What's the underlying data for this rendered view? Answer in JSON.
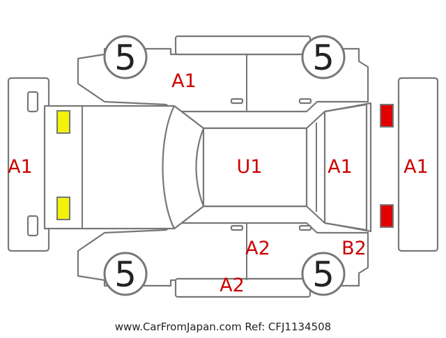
{
  "colors": {
    "outline": "#777777",
    "damage_code": "#cc0000",
    "front_lamp": "#f2f20a",
    "rear_lamp": "#e00000",
    "wheel_number": "#222222"
  },
  "wheels": {
    "front_left": "5",
    "rear_left": "5",
    "front_right": "5",
    "rear_right": "5"
  },
  "codes": {
    "front_bumper": "A1",
    "left_front_door": "A1",
    "roof": "U1",
    "rear_glass": "A1",
    "rear_bumper": "A1",
    "right_front_door": "A2",
    "right_rocker": "A2",
    "right_rear_fender": "B2"
  },
  "footer": "www.CarFromJapan.com Ref: CFJ1134508"
}
